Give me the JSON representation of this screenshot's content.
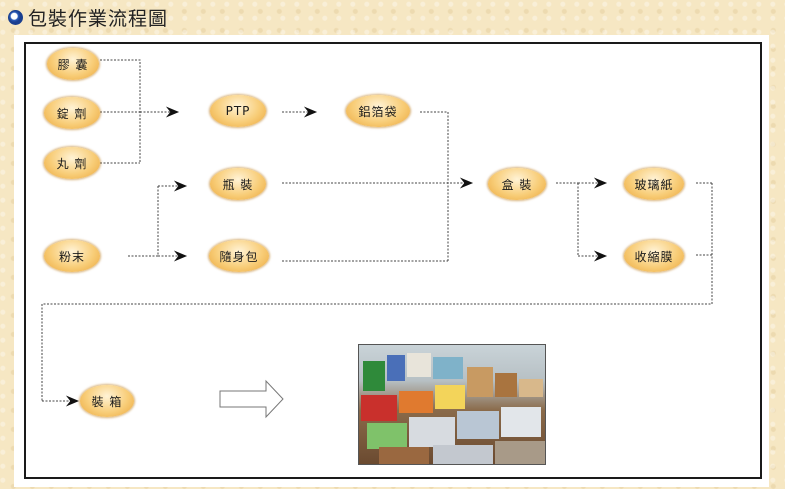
{
  "title": "包裝作業流程圖",
  "nodes": {
    "capsule": "膠 囊",
    "tablet": "錠 劑",
    "pill": "丸 劑",
    "powder": "粉末",
    "ptp": "PTP",
    "foil_bag": "鋁箔袋",
    "bottle": "瓶 裝",
    "sachet": "隨身包",
    "box": "盒 裝",
    "cellophane": "玻璃紙",
    "shrink_film": "收縮膜",
    "carton": "裝 箱"
  },
  "colors": {
    "node_fill": "#f8cd78",
    "node_edge": "#eaa53a",
    "frame": "#1a1a1a",
    "background": "#f6e7c3",
    "bullet": "#2a5bb8"
  },
  "icons": [
    "circle-bullet-icon",
    "arrowhead-icon",
    "hollow-right-arrow-icon",
    "product-photo"
  ]
}
